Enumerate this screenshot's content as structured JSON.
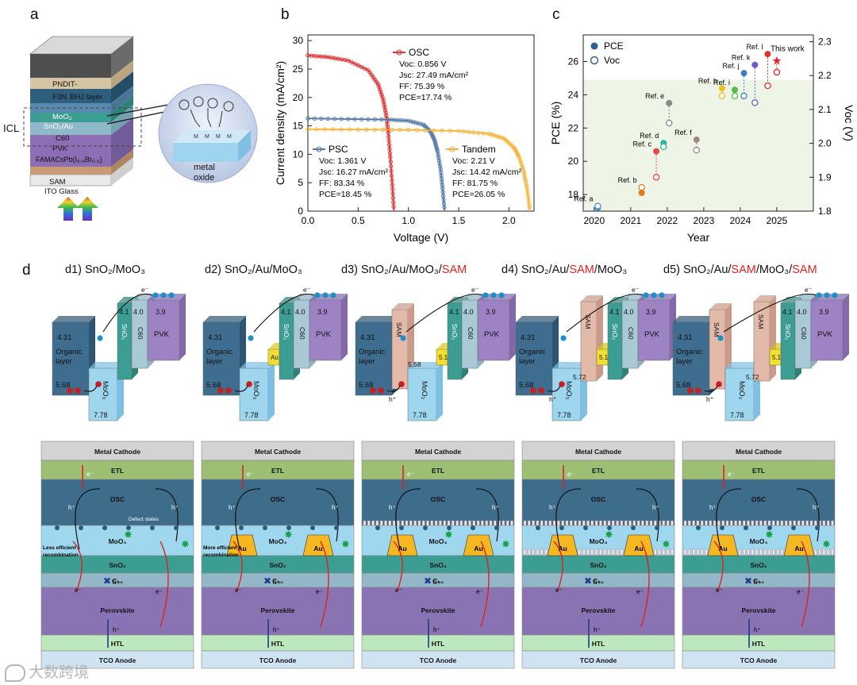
{
  "panel_labels": {
    "a": "a",
    "b": "b",
    "c": "c",
    "d": "d"
  },
  "panel_a": {
    "layers": [
      "PNDIT-",
      "F3N",
      "BHJ layer",
      "MoO₃",
      "SnO₂/Au",
      "C60",
      "PVK",
      "FAMACsPb(I₀.₅Br₀.₅)",
      "SAM",
      "ITO Glass"
    ],
    "icl_label": "ICL",
    "inset_caption_1": "metal",
    "inset_caption_2": "oxide",
    "inset_m": "M"
  },
  "panel_b": {
    "chart_data": {
      "type": "line",
      "xlabel": "Voltage (V)",
      "ylabel": "Current density (mA/cm²)",
      "xlim": [
        0,
        2.25
      ],
      "ylim": [
        0,
        31
      ],
      "xticks": [
        0.0,
        0.5,
        1.0,
        1.5,
        2.0
      ],
      "yticks": [
        0,
        5,
        10,
        15,
        20,
        25,
        30
      ],
      "series": [
        {
          "name": "OSC",
          "color": "#e33131",
          "voc": 0.856,
          "jsc": 27.49,
          "ff": 75.39,
          "x": [
            0,
            0.2,
            0.4,
            0.6,
            0.7,
            0.75,
            0.78,
            0.8,
            0.82,
            0.84,
            0.856
          ],
          "y": [
            27.4,
            27.1,
            26.5,
            24.8,
            22.3,
            19.6,
            16.8,
            13.8,
            9.5,
            4.6,
            0
          ],
          "lines": [
            "OSC",
            "Voc: 0.856 V",
            "Jsc: 27.49 mA/cm²",
            "FF: 75.39 %",
            "PCE=17.74 %"
          ]
        },
        {
          "name": "PSC",
          "color": "#4f77a8",
          "voc": 1.361,
          "jsc": 16.27,
          "ff": 83.34,
          "x": [
            0,
            0.4,
            0.8,
            1.0,
            1.15,
            1.22,
            1.26,
            1.29,
            1.32,
            1.34,
            1.361
          ],
          "y": [
            16.3,
            16.2,
            16.1,
            15.9,
            15.2,
            14.0,
            12.5,
            10.5,
            7.4,
            4.0,
            0
          ],
          "lines": [
            "PSC",
            "Voc: 1.361 V",
            "Jsc: 16.27 mA/cm²",
            "FF: 83.34 %",
            "PCE=18.45 %"
          ]
        },
        {
          "name": "Tandem",
          "color": "#f5b335",
          "voc": 2.21,
          "jsc": 14.42,
          "ff": 81.75,
          "x": [
            0,
            0.5,
            1.0,
            1.5,
            1.8,
            1.95,
            2.05,
            2.1,
            2.15,
            2.18,
            2.21
          ],
          "y": [
            14.4,
            14.35,
            14.3,
            14.1,
            13.6,
            12.8,
            11.2,
            9.6,
            6.8,
            4.0,
            0
          ],
          "lines": [
            "Tandem",
            "Voc: 2.21 V",
            "Jsc: 14.42 mA/cm²",
            "FF: 81.75 %",
            "PCE=26.05 %"
          ]
        }
      ]
    }
  },
  "panel_c": {
    "chart_data": {
      "type": "scatter",
      "xlabel": "Year",
      "ylabel_left": "PCE (%)",
      "ylabel_right": "Voc (V)",
      "xlim": [
        2019.7,
        2026.0
      ],
      "ylim_left": [
        17,
        27.6
      ],
      "ylim_right": [
        1.8,
        2.32
      ],
      "xticks": [
        2020,
        2021,
        2022,
        2023,
        2024,
        2025
      ],
      "yticks_left": [
        18,
        20,
        22,
        24,
        26
      ],
      "yticks_right": [
        1.8,
        1.9,
        2.0,
        2.1,
        2.2,
        2.3
      ],
      "legend": [
        "PCE",
        "Voc"
      ],
      "points": [
        {
          "ref": "Ref. a",
          "x": 2020.1,
          "pce": 17.2,
          "voc": 1.815,
          "color": "#4a8fd1"
        },
        {
          "ref": "Ref. b",
          "x": 2021.3,
          "pce": 18.1,
          "voc": 1.87,
          "color": "#e07a1c"
        },
        {
          "ref": "Ref. c",
          "x": 2021.7,
          "pce": 20.6,
          "voc": 1.9,
          "color": "#e8464a"
        },
        {
          "ref": "Ref. d",
          "x": 2021.9,
          "pce": 21.1,
          "voc": 1.99,
          "color": "#2bb5a3"
        },
        {
          "ref": "Ref. e",
          "x": 2022.05,
          "pce": 23.5,
          "voc": 2.06,
          "color": "#8a8a8a"
        },
        {
          "ref": "Ref. f",
          "x": 2022.8,
          "pce": 21.3,
          "voc": 1.98,
          "color": "#9b8a7f"
        },
        {
          "ref": "Ref. h",
          "x": 2023.5,
          "pce": 24.4,
          "voc": 2.14,
          "color": "#f0c020"
        },
        {
          "ref": "Ref. i",
          "x": 2023.85,
          "pce": 24.3,
          "voc": 2.14,
          "color": "#5bb84c"
        },
        {
          "ref": "Ref. j",
          "x": 2024.1,
          "pce": 25.3,
          "voc": 2.14,
          "color": "#3a7fc4"
        },
        {
          "ref": "Ref. k",
          "x": 2024.4,
          "pce": 25.8,
          "voc": 2.12,
          "color": "#6a5acd"
        },
        {
          "ref": "Ref. l",
          "x": 2024.75,
          "pce": 26.45,
          "voc": 2.17,
          "color": "#e33131"
        }
      ],
      "star": {
        "label": "This work",
        "x": 2025.0,
        "pce": 26.05,
        "voc": 2.21,
        "color": "#e52222"
      }
    }
  },
  "panel_d": {
    "titles": [
      {
        "prefix": "d1) SnO₂/MoO₃",
        "red": "",
        "suffix": ""
      },
      {
        "prefix": "d2) SnO₂/Au/MoO₃",
        "red": "",
        "suffix": ""
      },
      {
        "prefix": "d3) SnO₂/Au/MoO₃/",
        "red": "SAM",
        "suffix": ""
      },
      {
        "prefix": "d4) SnO₂/Au/",
        "red": "SAM",
        "suffix": "/MoO₃"
      },
      {
        "prefix": "d5) SnO₂/Au/",
        "red": "SAM",
        "suffix": "/MoO₃/SAM"
      }
    ],
    "energies": {
      "organic": "4.31",
      "organic_homo": "5.68",
      "moo3_cb": "",
      "moo3": "7.78",
      "sno2": "4.1",
      "c60": "4.0",
      "pvk": "3.9",
      "au": "5.1",
      "sam": "5.58",
      "sam2": "5.72"
    },
    "block_labels": {
      "organic": "Organic layer",
      "moo3": "MoO₃",
      "sno2": "SnO₂",
      "au": "Au",
      "c60": "C60",
      "pvk": "PVK",
      "sam": "SAM",
      "electron": "e⁻",
      "hole": "h⁺"
    },
    "stack_layers": [
      "Metal Cathode",
      "ETL",
      "OSC",
      "MoO₃",
      "SnO₂",
      "C₆₀",
      "Perovskite",
      "HTL",
      "TCO Anode"
    ],
    "stack_notes": {
      "defect": "Defect states",
      "less1": "Less efficient",
      "less2": "recombination",
      "more1": "More efficient",
      "more2": "recombination"
    }
  },
  "watermark": "大数跨境"
}
